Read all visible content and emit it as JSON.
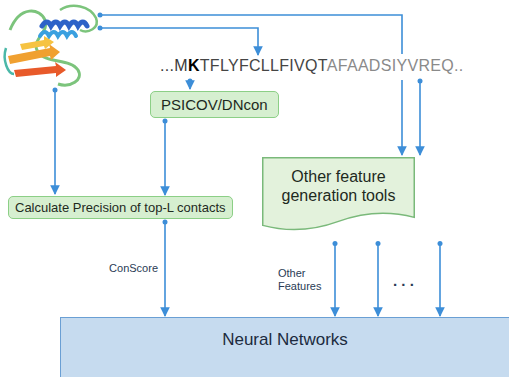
{
  "diagram": {
    "nodes": [
      {
        "text": [
          "PSICOV/DNcon"
        ]
      },
      {
        "text": [
          "Other feature generation tools"
        ]
      },
      {
        "text": [
          "Calculate Precision of top-L contacts"
        ]
      },
      {
        "text": [
          "Neural Networks"
        ]
      }
    ],
    "edges": [
      {
        "from": 0,
        "to": 2,
        "arrow": "to"
      },
      {
        "from": 2,
        "to": 3,
        "label": "ConScore",
        "arrow": "to"
      },
      {
        "from": 1,
        "to": 3,
        "label": "Other Features",
        "arrow": "to"
      },
      {
        "from": 1,
        "to": 3,
        "arrow": "to"
      },
      {
        "from": 1,
        "to": 3,
        "arrow": "to"
      }
    ],
    "labels": [
      "...MKTFLYFCLLFIVQTAFAADSIYVREQ..",
      ". . ."
    ]
  }
}
